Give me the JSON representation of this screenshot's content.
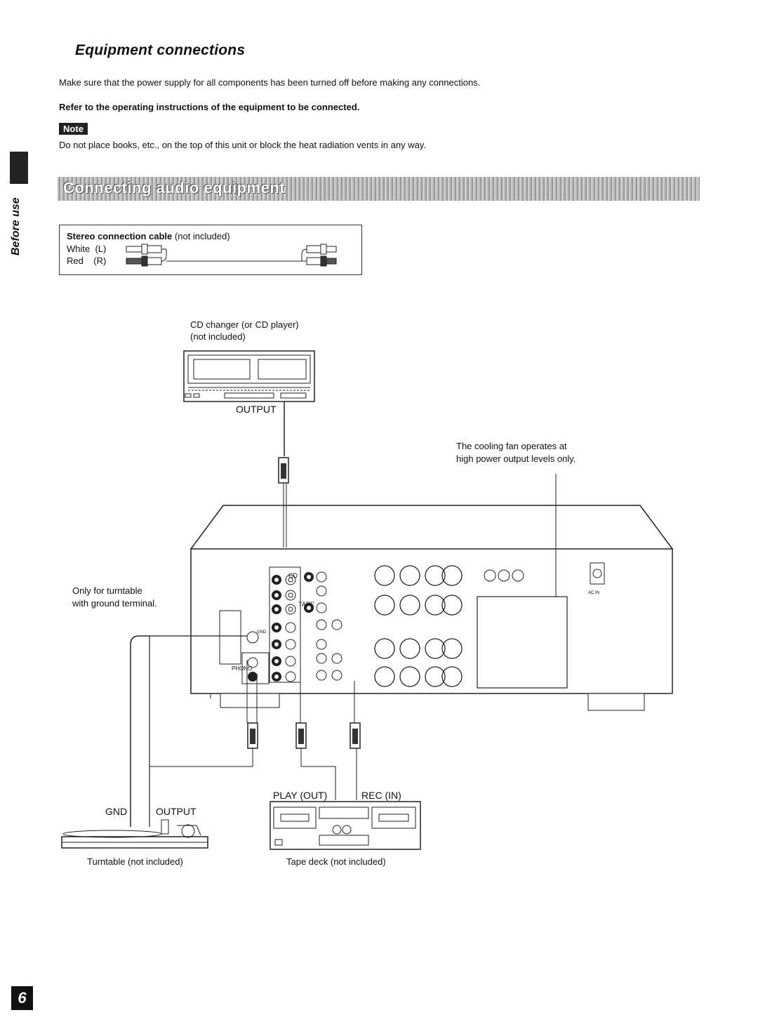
{
  "header": {
    "title": "Equipment connections",
    "intro": "Make sure that the power supply for all components has been turned off before making any connections.",
    "refer": "Refer to the operating instructions of the equipment to be connected.",
    "note_badge": "Note",
    "note_text": "Do not place books, etc., on the top of this unit or block the heat radiation vents in any way."
  },
  "section": {
    "banner": "Connecting audio equipment"
  },
  "side_tab": {
    "label": "Before use"
  },
  "cable_box": {
    "title_bold": "Stereo connection cable",
    "title_rest": "(not included)",
    "white": "White  (L)",
    "red": "Red    (R)"
  },
  "diagram": {
    "cd_label_1": "CD changer (or CD player)",
    "cd_label_2": "(not included)",
    "cd_output": "OUTPUT",
    "fan_1": "The cooling fan operates at",
    "fan_2": "high power output levels only.",
    "turntable_1": "Only for turntable",
    "turntable_2": "with ground terminal.",
    "gnd": "GND",
    "tt_output": "OUTPUT",
    "play_out": "PLAY (OUT)",
    "rec_in": "REC (IN)",
    "turntable_caption": "Turntable (not included)",
    "tape_caption": "Tape deck (not included)",
    "panel_cd": "CD",
    "panel_tape": "TAPE",
    "panel_phono": "PHONO",
    "panel_gnd": "GND"
  },
  "page": {
    "number": "6"
  }
}
